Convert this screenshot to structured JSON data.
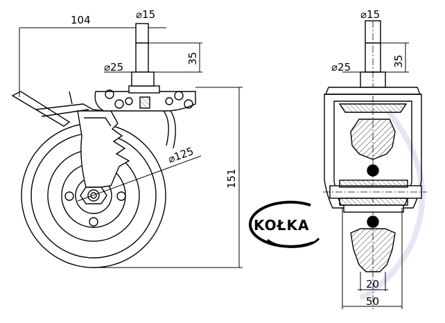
{
  "dimensions": {
    "side_width": "104",
    "stem_diameter_side": "⌀15",
    "stem_length_side": "35",
    "nut_diameter_side": "⌀25",
    "wheel_diameter": "⌀125",
    "total_height": "151",
    "stem_diameter_front": "⌀15",
    "stem_length_front": "35",
    "nut_diameter_front": "⌀25",
    "tread_width": "20",
    "wheel_width": "50"
  },
  "logo": {
    "text": "KOŁKA"
  }
}
